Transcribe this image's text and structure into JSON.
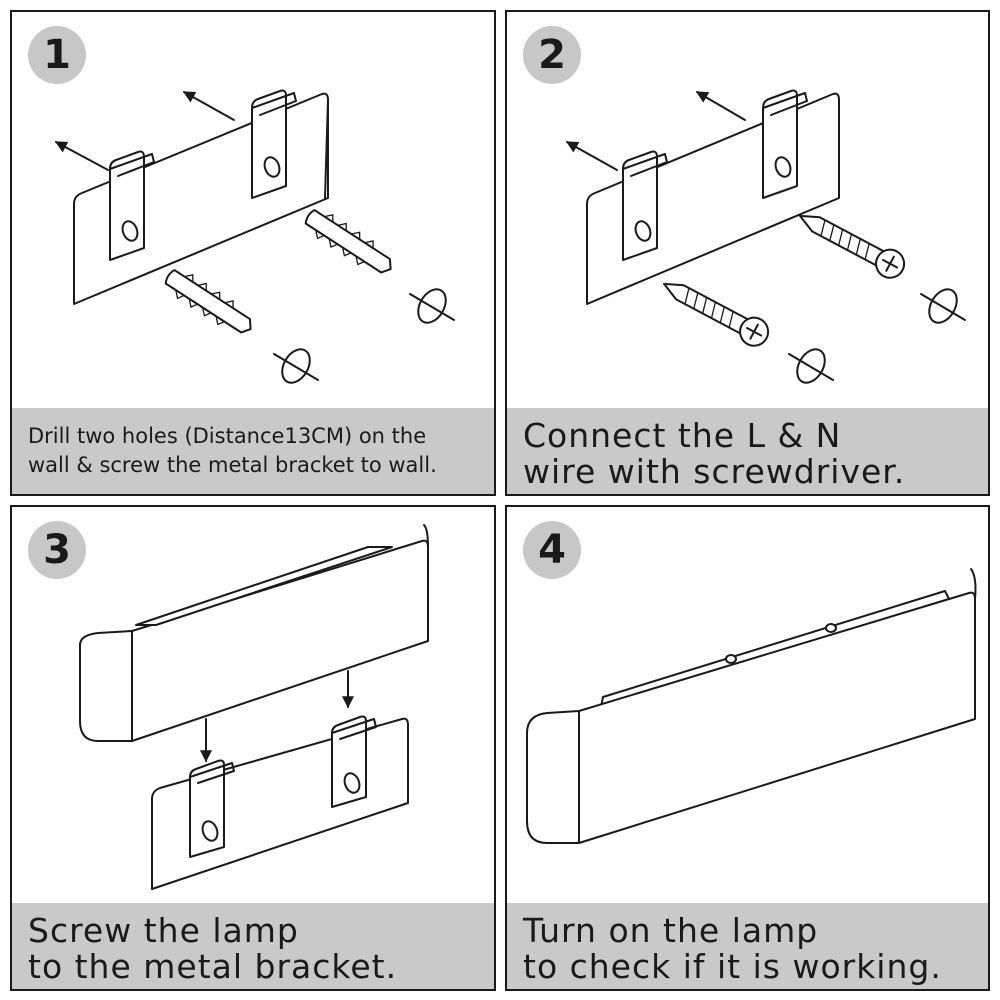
{
  "steps": [
    {
      "number": "1",
      "caption": [
        "Drill two holes (Distance13CM) on the",
        "wall  & screw the metal bracket to wall."
      ]
    },
    {
      "number": "2",
      "caption": [
        "Connect the L & N",
        "wire with screwdriver."
      ]
    },
    {
      "number": "3",
      "caption": [
        "Screw the lamp",
        "to the metal bracket."
      ]
    },
    {
      "number": "4",
      "caption": [
        "Turn on the lamp",
        "to check if it is working."
      ]
    }
  ],
  "colors": {
    "caption_bg": "#c9c9c9",
    "badge_bg": "#c7c7c7",
    "line": "#1a1a1a"
  }
}
